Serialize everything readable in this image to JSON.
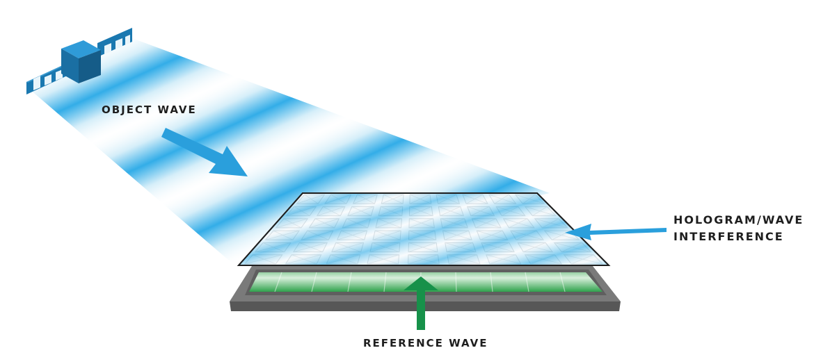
{
  "labels": {
    "object_wave": "OBJECT WAVE",
    "hologram_line1": "HOLOGRAM/WAVE",
    "hologram_line2": "INTERFERENCE",
    "reference_wave": "REFERENCE WAVE"
  },
  "colors": {
    "wave_blue": "#33ade8",
    "arrow_blue": "#2a9fdc",
    "arrow_green": "#17914a",
    "substrate_gray": "#707070",
    "satellite_blue": "#1a78b0"
  },
  "icons": {
    "satellite": "satellite-icon",
    "sensor": "sensor-grid"
  }
}
